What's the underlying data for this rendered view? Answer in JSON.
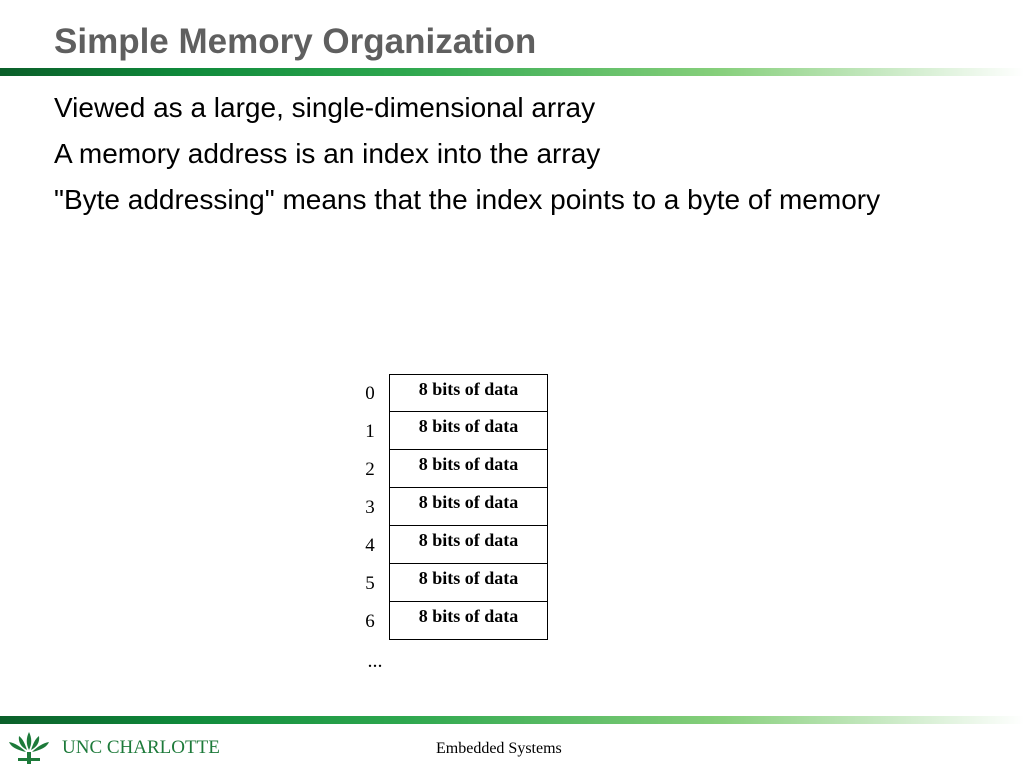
{
  "slide": {
    "title": "Simple Memory Organization",
    "bullets": [
      "Viewed as a large, single-dimensional array",
      "A memory address is an index into the array",
      "\"Byte addressing\" means that the index points to a byte of memory"
    ]
  },
  "diagram": {
    "rows": [
      {
        "address": "0",
        "content": "8 bits of data"
      },
      {
        "address": "1",
        "content": "8 bits of data"
      },
      {
        "address": "2",
        "content": "8 bits of data"
      },
      {
        "address": "3",
        "content": "8 bits of data"
      },
      {
        "address": "4",
        "content": "8 bits of data"
      },
      {
        "address": "5",
        "content": "8 bits of data"
      },
      {
        "address": "6",
        "content": "8 bits of data"
      }
    ],
    "continuation": "..."
  },
  "footer": {
    "course": "Embedded Systems",
    "logo_text": "UNC CHARLOTTE",
    "logo_icon": "crown-leaf-icon"
  },
  "colors": {
    "title": "#5f5f5f",
    "rule_dark": "#0b5f2a",
    "rule_light": "#86cf7b",
    "logo_green": "#1d7a3a"
  }
}
